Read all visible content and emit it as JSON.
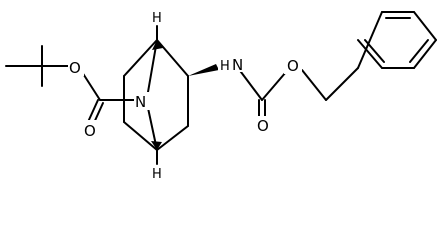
{
  "molecule": {
    "atoms": {
      "ester_oxygen": "O",
      "carbonyl_oxygen_left": "O",
      "bridge_nitrogen": "N",
      "amide_nitrogen": "N",
      "amide_hydrogen": "H",
      "carbamate_oxygen": "O",
      "carbonyl_oxygen_right": "O",
      "top_bridgehead_hydrogen": "H",
      "bottom_bridgehead_hydrogen": "H"
    },
    "colors": {
      "bond": "#000000",
      "text": "#000000",
      "background": "#ffffff"
    }
  }
}
